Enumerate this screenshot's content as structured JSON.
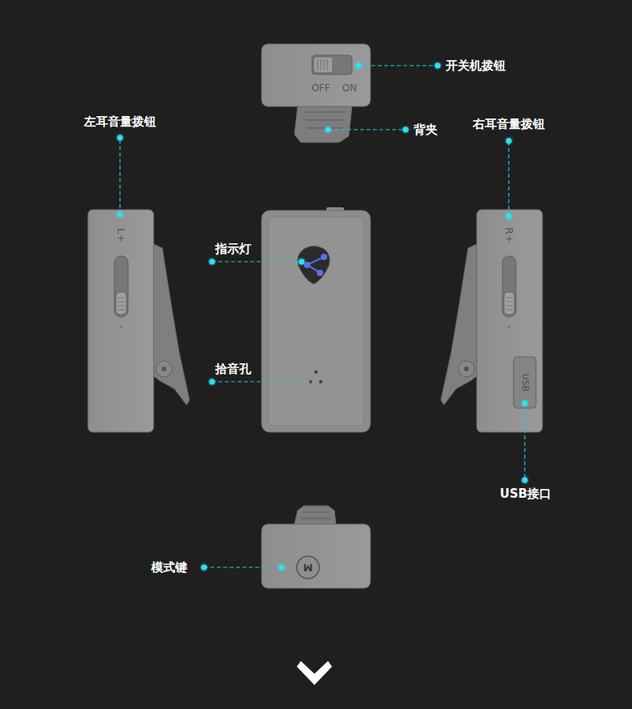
{
  "diagram": {
    "labels": [
      "开关机拨钮",
      "OFF",
      "ON",
      "左耳音量拨钮",
      "背夹",
      "右耳音量拨钮",
      "L+",
      "R+",
      "指示灯",
      "-",
      "-",
      "拾音孔",
      "USB",
      "USB接口",
      "模式键",
      "M"
    ]
  }
}
